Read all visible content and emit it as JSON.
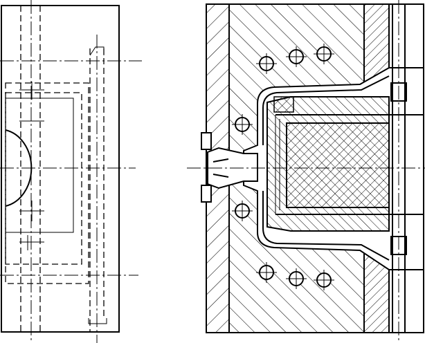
{
  "drawing": {
    "kind": "mould-assembly-drawing",
    "views": [
      "plan-view",
      "section-view"
    ],
    "line_color": "#000000",
    "background": "#ffffff",
    "labels": []
  }
}
